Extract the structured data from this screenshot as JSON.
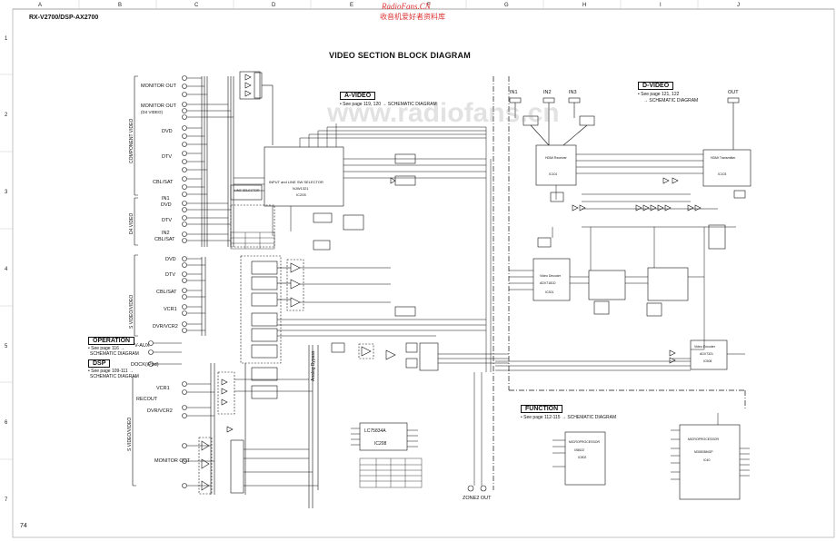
{
  "header": {
    "model": "RX-V2700/DSP-AX2700",
    "watermark_top": "RadioFans.CN",
    "watermark_chinese": "收音机爱好者资料库",
    "watermark_big": "www.radiofans.cn",
    "title": "VIDEO SECTION BLOCK DIAGRAM",
    "columns": [
      "A",
      "B",
      "C",
      "D",
      "E",
      "F",
      "G",
      "H",
      "I",
      "J"
    ],
    "rows": [
      "1",
      "2",
      "3",
      "4",
      "5",
      "6",
      "7"
    ],
    "page_number": "74"
  },
  "sections": {
    "a_video": {
      "label": "A-VIDEO",
      "see": "• See page 119, 120 → SCHEMATIC DIAGRAM"
    },
    "d_video": {
      "label": "D-VIDEO",
      "see1": "• See page 121, 122",
      "see2": "→ SCHEMATIC DIAGRAM"
    },
    "operation": {
      "label": "OPERATION",
      "see1": "• See page 116 →",
      "see2": "SCHEMATIC DIAGRAM"
    },
    "dsp": {
      "label": "DSP",
      "see1": "• See page 109-111 →",
      "see2": "SCHEMATIC DIAGRAM"
    },
    "function": {
      "label": "FUNCTION",
      "see": "• See page 112-115 → SCHEMATIC DIAGRAM"
    }
  },
  "inputs": {
    "component_group": "COMPONENT VIDEO",
    "d4_group": "D4 VIDEO",
    "svideo_group": "S VIDEO/VIDEO",
    "svideo_group2": "S VIDEO/VIDEO",
    "monitor_out": "MONITOR OUT",
    "monitor_out_d4": "MONITOR OUT",
    "monitor_out_d4_sub": "(D4 VIDEO)",
    "dvd": "DVD",
    "dtv": "DTV",
    "cbl_sat": "CBL/SAT",
    "in1": "IN1",
    "in1_dvd": "DVD",
    "d4_dtv": "DTV",
    "in2": "IN2",
    "in2_cbl": "CBL/SAT",
    "s_dvd": "DVD",
    "s_dtv": "DTV",
    "s_cbl": "CBL/SAT",
    "vcr1": "VCR1",
    "dvr_vcr2": "DVR/VCR2",
    "v_aux": "V-AUX",
    "dock": "DOCK(iPod)",
    "out_vcr1": "VCR1",
    "recout": "RECOUT",
    "out_dvr": "DVR/VCR2",
    "monitor_out_bottom": "MONITOR OUT",
    "zone2_out": "ZONE2 OUT"
  },
  "hdmi": {
    "in1": "IN1",
    "in2": "IN2",
    "in3": "IN3",
    "out": "OUT"
  },
  "chips": {
    "ic205": {
      "name": "INPUT and LINE SW SELECTOR",
      "part": "NJW1321",
      "ic": "IC205"
    },
    "ic208": {
      "part": "LC75834A",
      "ic": "IC208"
    },
    "ic301": {
      "name": "Video Decoder",
      "part": "ADV7181D",
      "ic": "IC301"
    },
    "hdmi_rx": {
      "name": "HDMI Receiver",
      "ic": "IC101"
    },
    "hdmi_tx": {
      "name": "HDMI Transmitter",
      "ic": "IC103"
    },
    "ic506": {
      "name": "Video Encoder",
      "part": "ADV7321",
      "ic": "IC506"
    },
    "ic802": {
      "name": "MICROPROCESSOR",
      "part": "IX8622",
      "ic": "IC802"
    },
    "ic40": {
      "name": "MICROPROCESSOR",
      "part": "M30835MGP",
      "ic": "IC40"
    }
  },
  "misc": {
    "analog_bypass": "Analog Bypass",
    "line_selector": "LINE SELECTOR"
  }
}
